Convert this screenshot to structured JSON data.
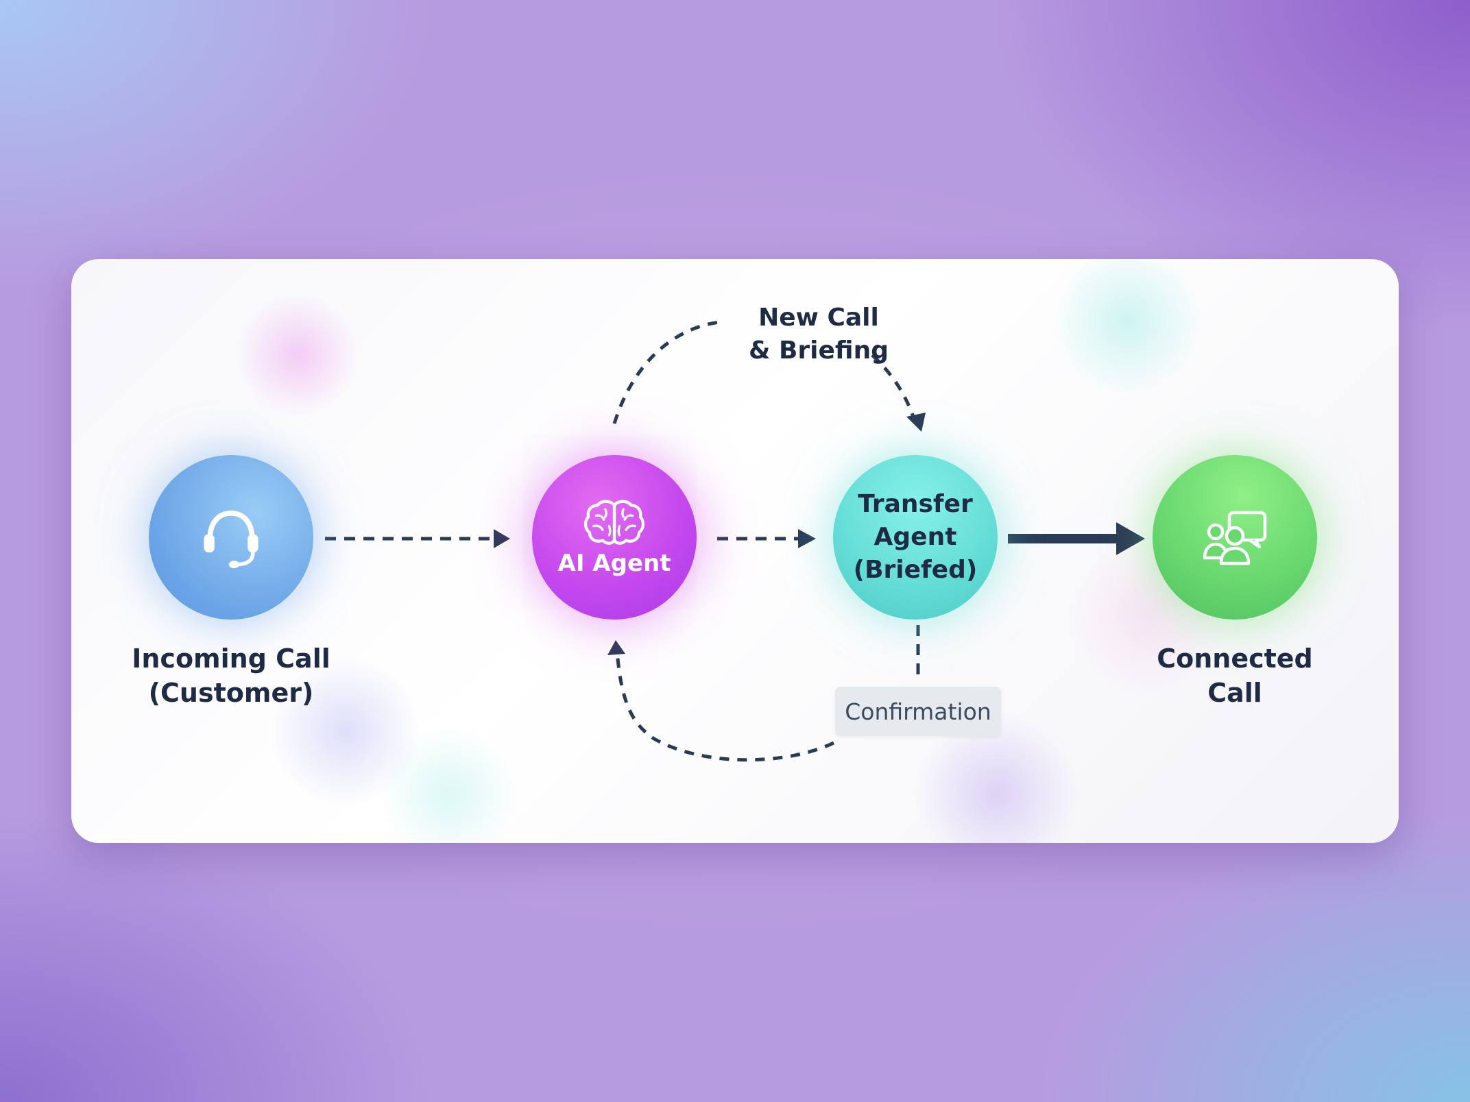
{
  "nodes": {
    "incoming": {
      "label": "Incoming Call\n(Customer)",
      "icon": "headset-icon",
      "color": "#6aa3e6"
    },
    "ai": {
      "label": "AI Agent",
      "icon": "brain-icon",
      "color": "#c548ee"
    },
    "transfer": {
      "label": "Transfer\nAgent\n(Briefed)",
      "color": "#63dcd5"
    },
    "connected": {
      "label": "Connected\nCall",
      "icon": "users-chat-icon",
      "color": "#69d86f"
    }
  },
  "edges": {
    "new_call_briefing": "New Call\n& Briefing",
    "confirmation": "Confirmation"
  },
  "colors": {
    "arrow": "#2b3a55",
    "text": "#1f2b45"
  }
}
